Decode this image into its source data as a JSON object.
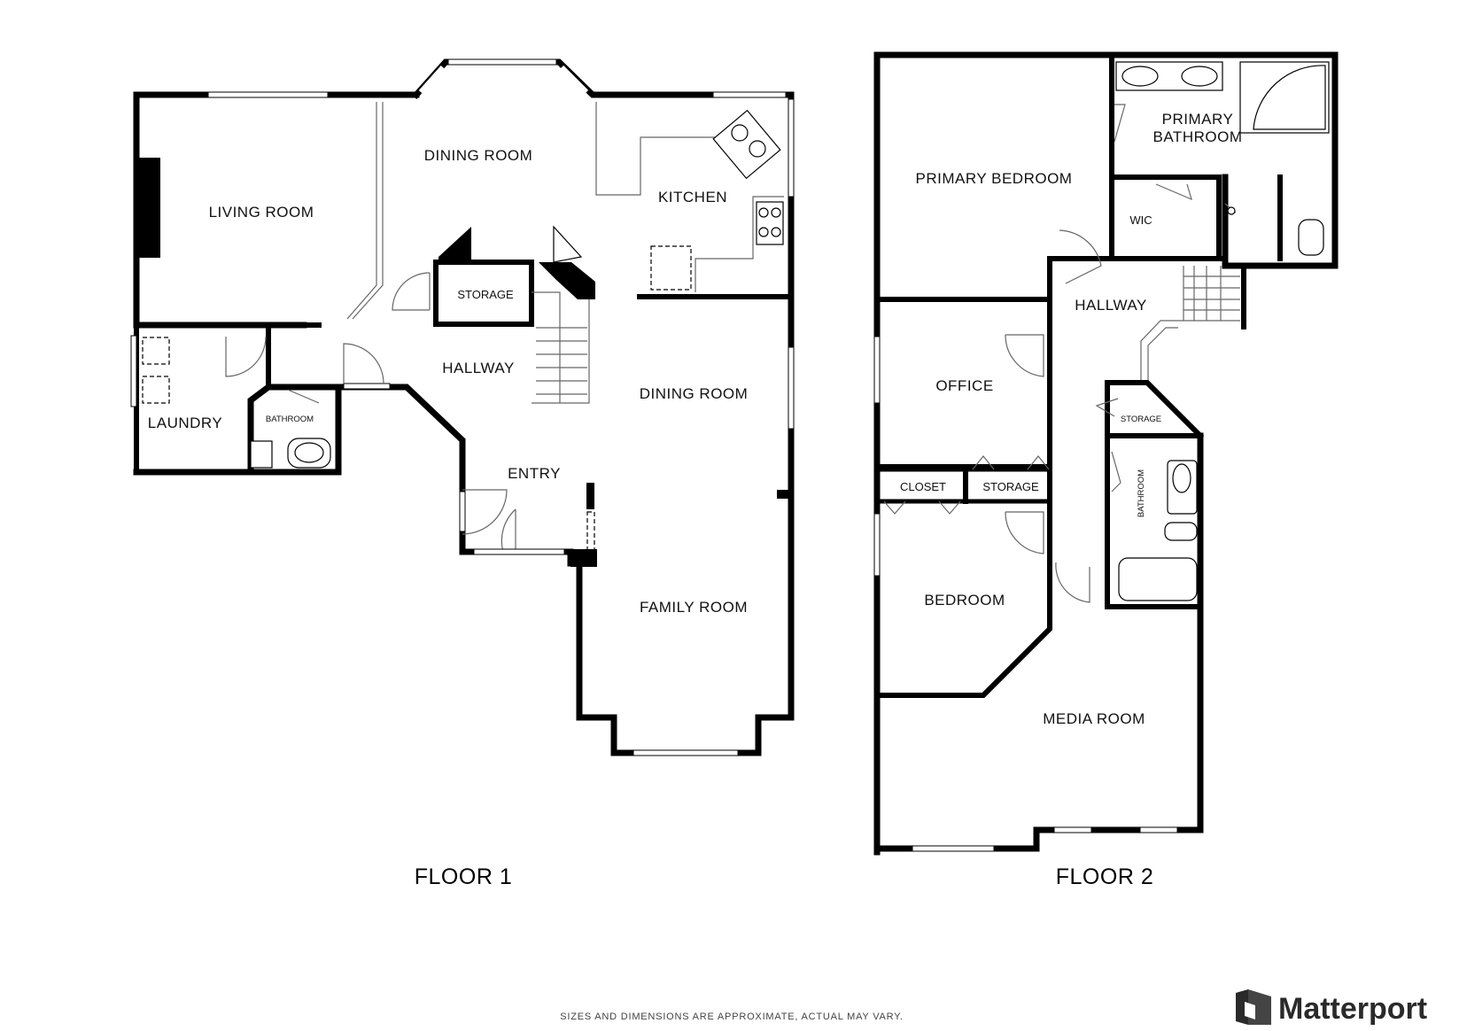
{
  "floors": [
    {
      "title": "FLOOR 1",
      "rooms": {
        "living_room": "LIVING ROOM",
        "dining_room_top": "DINING ROOM",
        "kitchen": "KITCHEN",
        "storage": "STORAGE",
        "hallway": "HALLWAY",
        "dining_room": "DINING ROOM",
        "laundry": "LAUNDRY",
        "bathroom": "BATHROOM",
        "entry": "ENTRY",
        "family_room": "FAMILY ROOM"
      }
    },
    {
      "title": "FLOOR 2",
      "rooms": {
        "primary_bedroom": "PRIMARY BEDROOM",
        "primary_bathroom_line1": "PRIMARY",
        "primary_bathroom_line2": "BATHROOM",
        "wic": "WIC",
        "hallway": "HALLWAY",
        "office": "OFFICE",
        "storage_small": "STORAGE",
        "bathroom": "BATHROOM",
        "closet": "CLOSET",
        "storage": "STORAGE",
        "bedroom": "BEDROOM",
        "media_room": "MEDIA ROOM"
      }
    }
  ],
  "disclaimer": "SIZES AND DIMENSIONS ARE APPROXIMATE, ACTUAL MAY VARY.",
  "brand": {
    "name": "Matterport",
    "icon": "matterport-logo-icon"
  }
}
